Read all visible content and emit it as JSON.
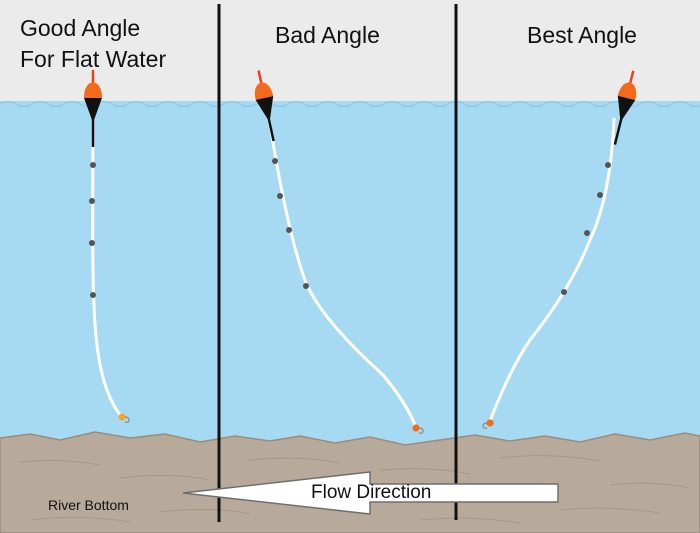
{
  "panels": {
    "good": {
      "title_line1": "Good Angle",
      "title_line2": "For Flat Water"
    },
    "bad": {
      "title": "Bad Angle"
    },
    "best": {
      "title": "Best Angle"
    }
  },
  "river_bottom_label": "River Bottom",
  "flow_label": "Flow Direction",
  "colors": {
    "sky": "#ebebeb",
    "water": "#a6daf2",
    "riverbed": "#b8aa9a",
    "float_top": "#f26a1b",
    "float_body": "#111111",
    "line": "#ffffff",
    "divider": "#111111"
  }
}
